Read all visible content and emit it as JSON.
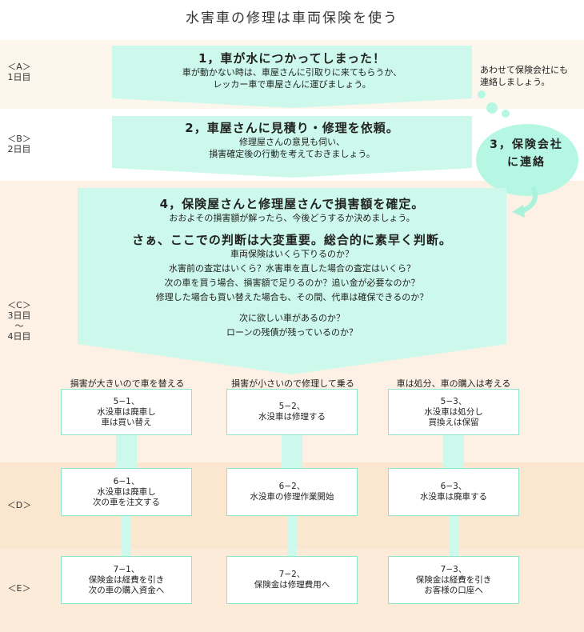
{
  "title": "水害車の修理は車両保険を使う",
  "days": [
    {
      "label": "＜A＞",
      "sub": "1日目"
    },
    {
      "label": "＜B＞",
      "sub": "2日目"
    },
    {
      "label": "＜C＞",
      "sub": "3日目",
      "mid": "〜",
      "end": "4日目"
    },
    {
      "label": "＜D＞"
    },
    {
      "label": "＜E＞"
    }
  ],
  "step1": {
    "heading": "1，車が水につかってしまった！",
    "lines": [
      "車が動かない時は、車屋さんに引取りに来てもらうか、",
      "レッカー車で車屋さんに運びましょう。"
    ]
  },
  "step2": {
    "heading": "2，車屋さんに見積り・修理を依頼。",
    "lines": [
      "修理屋さんの意見も伺い、",
      "損害確定後の行動を考えておきましょう。"
    ]
  },
  "aside": {
    "lines": [
      "あわせて保険会社にも",
      "連絡しましょう。"
    ]
  },
  "step3": {
    "lines": [
      "3，保険会社",
      "に連絡"
    ]
  },
  "step4": {
    "heading": "4，保険屋さんと修理屋さんで損害額を確定。",
    "line": "おおよその損害額が解ったら、今後どうするか決めましょう。",
    "heading2": "さぁ、ここでの判断は大変重要。総合的に素早く判断。",
    "questions": [
      "車両保険はいくら下りるのか？",
      "水害前の査定はいくら？水害車を直した場合の査定はいくら？",
      "次の車を買う場合、損害額で足りるのか？追い金が必要なのか？",
      "修理した場合も買い替えた場合も、その間、代車は確保できるのか？",
      "次に欲しい車があるのか？",
      "ローンの残債が残っているのか？"
    ]
  },
  "branches": [
    {
      "label": "損害が大きいので車を替える",
      "s5": [
        "5−1、",
        "水没車は廃車し",
        "車は買い替え"
      ],
      "s6": [
        "6−1、",
        "水没車は廃車し",
        "次の車を注文する"
      ],
      "s7": [
        "7−1、",
        "保険金は経費を引き",
        "次の車の購入資金へ"
      ]
    },
    {
      "label": "損害が小さいので修理して乗る",
      "s5": [
        "5−2、",
        "水没車は修理する"
      ],
      "s6": [
        "6−2、",
        "水没車の修理作業開始"
      ],
      "s7": [
        "7−2、",
        "保険金は修理費用へ"
      ]
    },
    {
      "label": "車は処分、車の購入は考える",
      "s5": [
        "5−3、",
        "水没車は処分し",
        "買換えは保留"
      ],
      "s6": [
        "6−3、",
        "水没車は廃車する"
      ],
      "s7": [
        "7−3、",
        "保険金は経費を引き",
        "お客様の口座へ"
      ]
    }
  ]
}
